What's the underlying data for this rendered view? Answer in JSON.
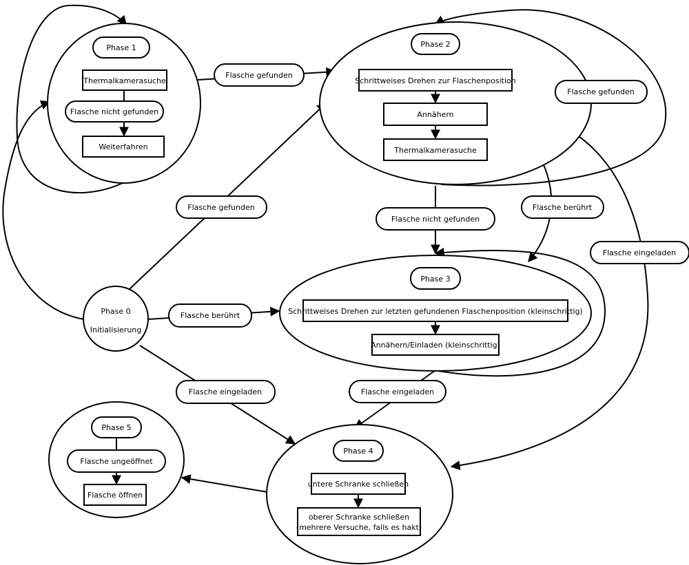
{
  "colors": {
    "stroke": "#000000",
    "fill": "#ffffff",
    "background": "#ffffff"
  },
  "phases": {
    "p0": {
      "title": "Phase 0",
      "subtitle": "Initialisierung"
    },
    "p1": {
      "title": "Phase 1",
      "steps": [
        "Thermalkamerasuche",
        "Flasche nicht gefunden",
        "Weiterfahren"
      ]
    },
    "p2": {
      "title": "Phase 2",
      "steps": [
        "Schrittweises Drehen zur Flaschenposition",
        "Annähern",
        "Thermalkamerasuche"
      ]
    },
    "p3": {
      "title": "Phase 3",
      "steps": [
        "Schrittweises Drehen zur letzten gefundenen Flaschenposition (kleinschrittig)",
        "Annähern/Einladen (kleinschrittig)"
      ]
    },
    "p4": {
      "title": "Phase 4",
      "steps": [
        "untere Schranke schließen",
        "oberer Schranke schließen",
        "(mehrere Versuche, falls es hakt)"
      ]
    },
    "p5": {
      "title": "Phase 5",
      "steps": [
        "Flasche ungeöffnet",
        "Flasche öffnen"
      ]
    }
  },
  "transitions": {
    "p1_to_p2": "Flasche gefunden",
    "p2_self": "Flasche gefunden",
    "p0_to_p2": "Flasche gefunden",
    "p2_to_p3_notfound": "Flasche nicht gefunden",
    "p2_to_p3_touched": "Flasche berührt",
    "p2_to_p4_loaded": "Flasche eingeladen",
    "p0_to_p3": "Flasche berührt",
    "p0_to_p4": "Flasche eingeladen",
    "p3_to_p4": "Flasche eingeladen"
  }
}
